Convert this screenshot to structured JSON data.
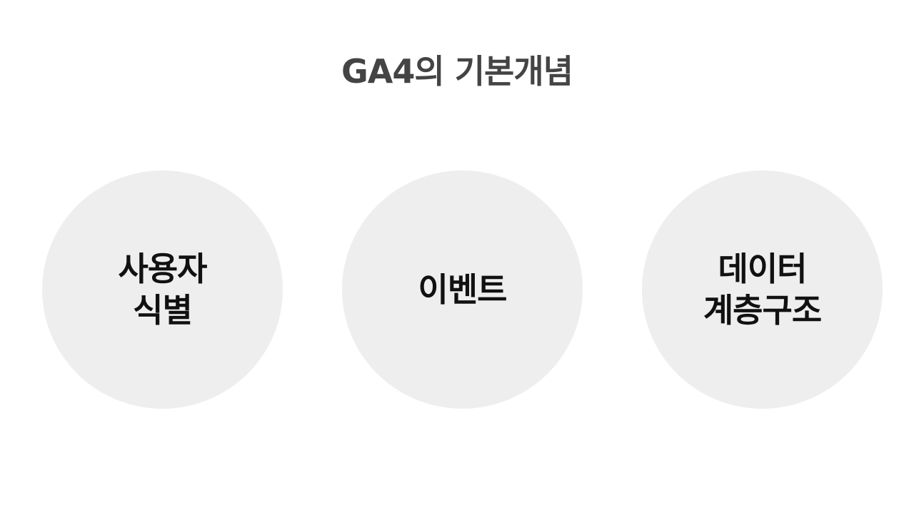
{
  "title": "GA4의 기본개념",
  "concepts": [
    {
      "lines": [
        "사용자",
        "식별"
      ]
    },
    {
      "lines": [
        "이벤트"
      ]
    },
    {
      "lines": [
        "데이터",
        "계층구조"
      ]
    }
  ],
  "colors": {
    "background": "#ffffff",
    "title_text": "#444444",
    "circle_fill": "#eeeeee",
    "circle_text": "#111111"
  }
}
